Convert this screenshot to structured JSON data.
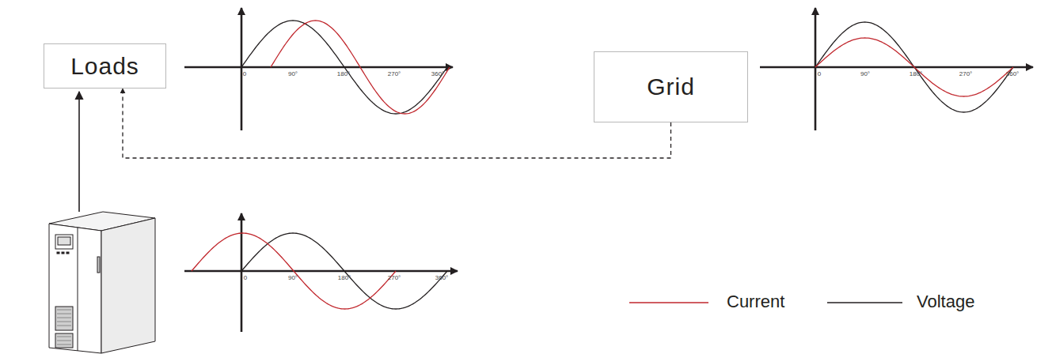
{
  "diagram": {
    "nodes": [
      {
        "text": [
          "Loads"
        ]
      },
      {
        "text": [
          "Grid"
        ]
      }
    ],
    "edges": [
      {
        "from": 1,
        "to": 0,
        "arrow": "to"
      }
    ],
    "labels": [
      "0",
      "90°",
      "180°",
      "270°",
      "360°",
      "0",
      "90°",
      "180°",
      "270°",
      "360°",
      "0",
      "90°",
      "180°",
      "270°",
      "360°"
    ],
    "legend": [
      {
        "text": "Current"
      },
      {
        "text": "Voltage"
      }
    ]
  }
}
